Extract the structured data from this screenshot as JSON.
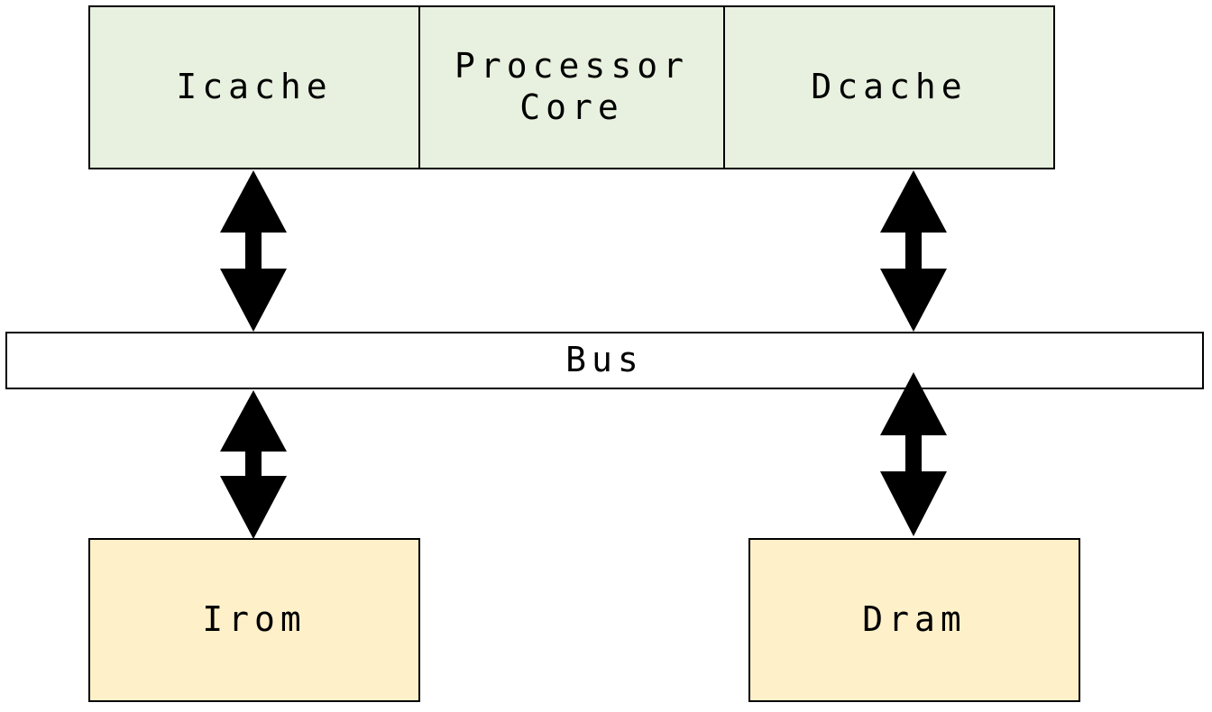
{
  "blocks": {
    "icache": {
      "label": "Icache"
    },
    "processor_core": {
      "label": "Processor\nCore"
    },
    "dcache": {
      "label": "Dcache"
    },
    "bus": {
      "label": "Bus"
    },
    "irom": {
      "label": "Irom"
    },
    "dram": {
      "label": "Dram"
    }
  },
  "colors": {
    "cpu_fill": "#e8f1df",
    "memory_fill": "#fef0c9",
    "bus_fill": "#ffffff",
    "outline": "#000000",
    "arrow": "#000000"
  },
  "arrows": [
    {
      "name": "icache-bus-arrow",
      "from": "Icache",
      "to": "Bus",
      "direction": "bidirectional"
    },
    {
      "name": "dcache-bus-arrow",
      "from": "Dcache",
      "to": "Bus",
      "direction": "bidirectional"
    },
    {
      "name": "bus-irom-arrow",
      "from": "Bus",
      "to": "Irom",
      "direction": "bidirectional"
    },
    {
      "name": "bus-dram-arrow",
      "from": "Bus",
      "to": "Dram",
      "direction": "bidirectional"
    }
  ]
}
